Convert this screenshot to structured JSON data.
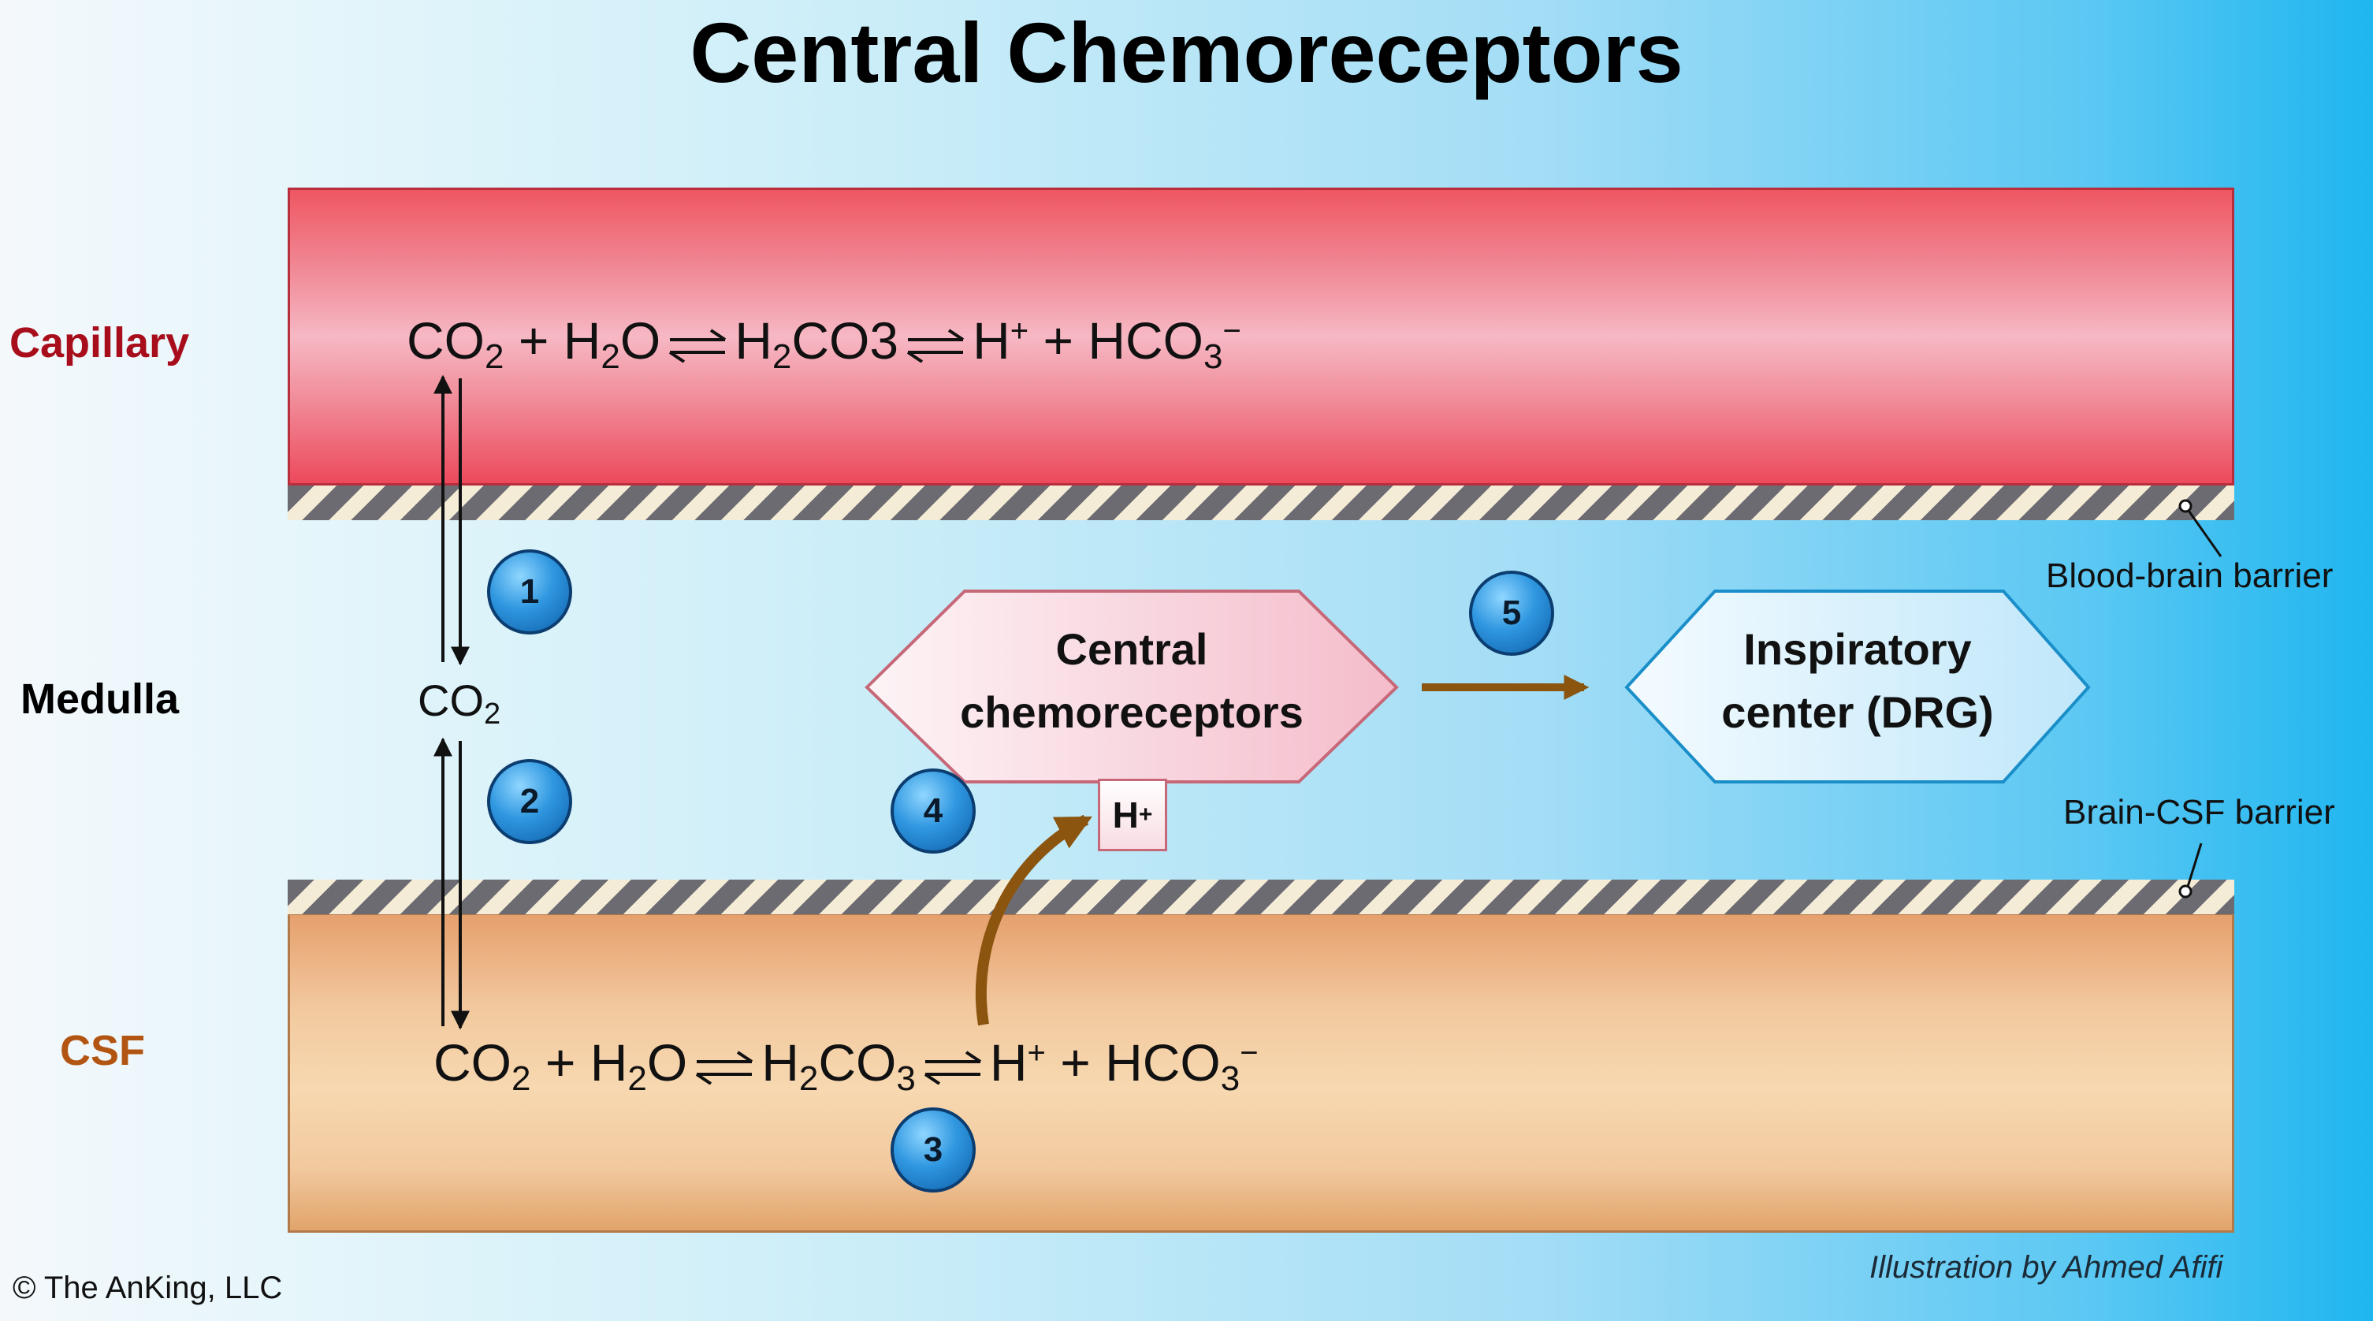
{
  "title": "Central Chemoreceptors",
  "labels": {
    "capillary": "Capillary",
    "medulla": "Medulla",
    "csf": "CSF"
  },
  "colors": {
    "capillary_label": "#a80d1b",
    "medulla_label": "#000000",
    "csf_label": "#b35512",
    "arrow_brown": "#8b5510"
  },
  "capillary_equation": {
    "t1": "CO",
    "s1": "2",
    "t2": " + H",
    "s2": "2",
    "t3": "O",
    "t4": "H",
    "s4": "2",
    "t5": "CO3",
    "t6": "H",
    "p6": "+",
    "t7": " + HCO",
    "s7": "3",
    "p7": "−"
  },
  "csf_equation": {
    "t1": "CO",
    "s1": "2",
    "t2": " + H",
    "s2": "2",
    "t3": "O",
    "t4": "H",
    "s4": "2",
    "t5": "CO",
    "s5": "3",
    "t6": "H",
    "p6": "+",
    "t7": " + HCO",
    "s7": "3",
    "p7": "−"
  },
  "medulla_co2": {
    "t": "CO",
    "s": "2"
  },
  "steps": [
    "1",
    "2",
    "3",
    "4",
    "5"
  ],
  "central_chemoreceptors": {
    "line1": "Central",
    "line2": "chemoreceptors"
  },
  "inspiratory_center": {
    "line1": "Inspiratory",
    "line2": "center (DRG)"
  },
  "h_box": {
    "t": "H",
    "p": "+"
  },
  "barriers": {
    "blood_brain": "Blood-brain barrier",
    "brain_csf": "Brain-CSF barrier"
  },
  "copyright": "© The AnKing, LLC",
  "illustration_credit": "Illustration by Ahmed Afifi"
}
